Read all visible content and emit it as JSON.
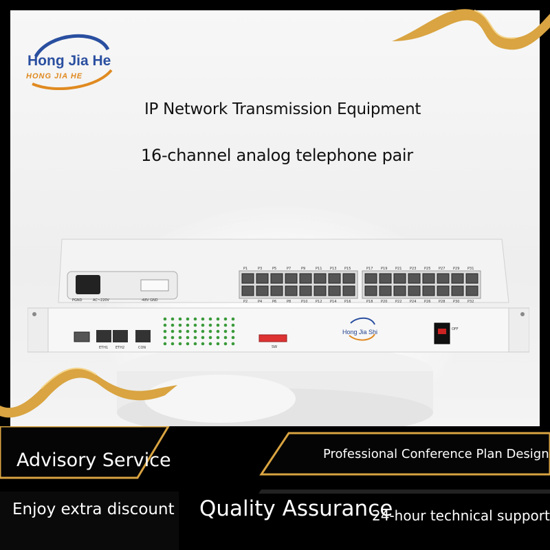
{
  "logo": {
    "name": "Hong Jia He",
    "subtitle": "HONG JIA HE"
  },
  "headline": {
    "line1": "IP Network Transmission Equipment",
    "line2": "16-channel analog telephone pair"
  },
  "device": {
    "front_logo": "Hong Jia Shi",
    "port_labels_top_left": [
      "P1",
      "P3",
      "P5",
      "P7",
      "P9",
      "P11",
      "P13",
      "P15"
    ],
    "port_labels_top_right": [
      "P17",
      "P19",
      "P21",
      "P23",
      "P25",
      "P27",
      "P29",
      "P31"
    ],
    "port_labels_bottom_left": [
      "P2",
      "P4",
      "P6",
      "P8",
      "P10",
      "P12",
      "P14",
      "P16"
    ],
    "port_labels_bottom_right": [
      "P18",
      "P20",
      "P22",
      "P24",
      "P26",
      "P28",
      "P30",
      "P32"
    ],
    "eth_labels": [
      "ETH1",
      "ETH2",
      "CON"
    ],
    "rear_power_label": "AC~220V",
    "rear_ground_label": "PGND",
    "rear_dc_label": "-48V GND",
    "switch_label": "SW",
    "power_on": "OFF"
  },
  "banner": {
    "advisory": "Advisory Service",
    "professional": "Professional Conference Plan Design",
    "discount": "Enjoy extra discount",
    "quality": "Quality Assurance",
    "support": "24-hour technical support"
  },
  "colors": {
    "gold": "#d9a441",
    "logo_blue": "#2a4fa0",
    "banner_bg": "#000000"
  }
}
